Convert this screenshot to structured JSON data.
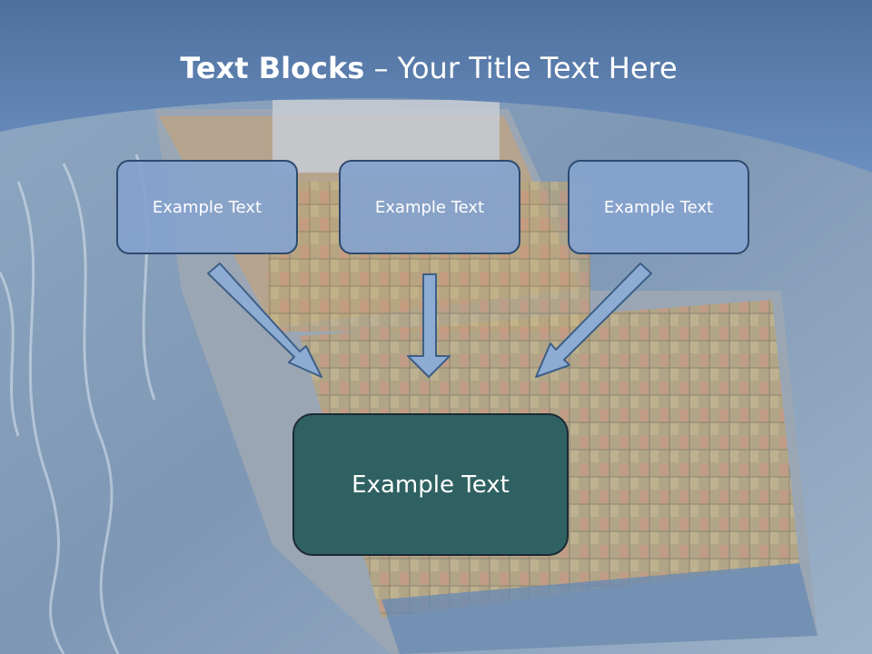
{
  "slide": {
    "title_bold": "Text Blocks",
    "title_sep": " – ",
    "title_rest": "Your Title Text Here"
  },
  "blocks": {
    "top": [
      "Example Text",
      "Example Text",
      "Example Text"
    ],
    "bottom": "Example Text"
  },
  "colors": {
    "top_box_fill": "#85a3ce",
    "top_box_border": "#2d4a6f",
    "bottom_box_fill": "#2f6162",
    "arrow_fill": "#8eabd4",
    "arrow_stroke": "#3d5f86",
    "header_band": "#5f82b0"
  },
  "icons": {
    "arrows": [
      "arrow-diagonal-down-right-icon",
      "arrow-down-icon",
      "arrow-diagonal-down-left-icon"
    ]
  }
}
